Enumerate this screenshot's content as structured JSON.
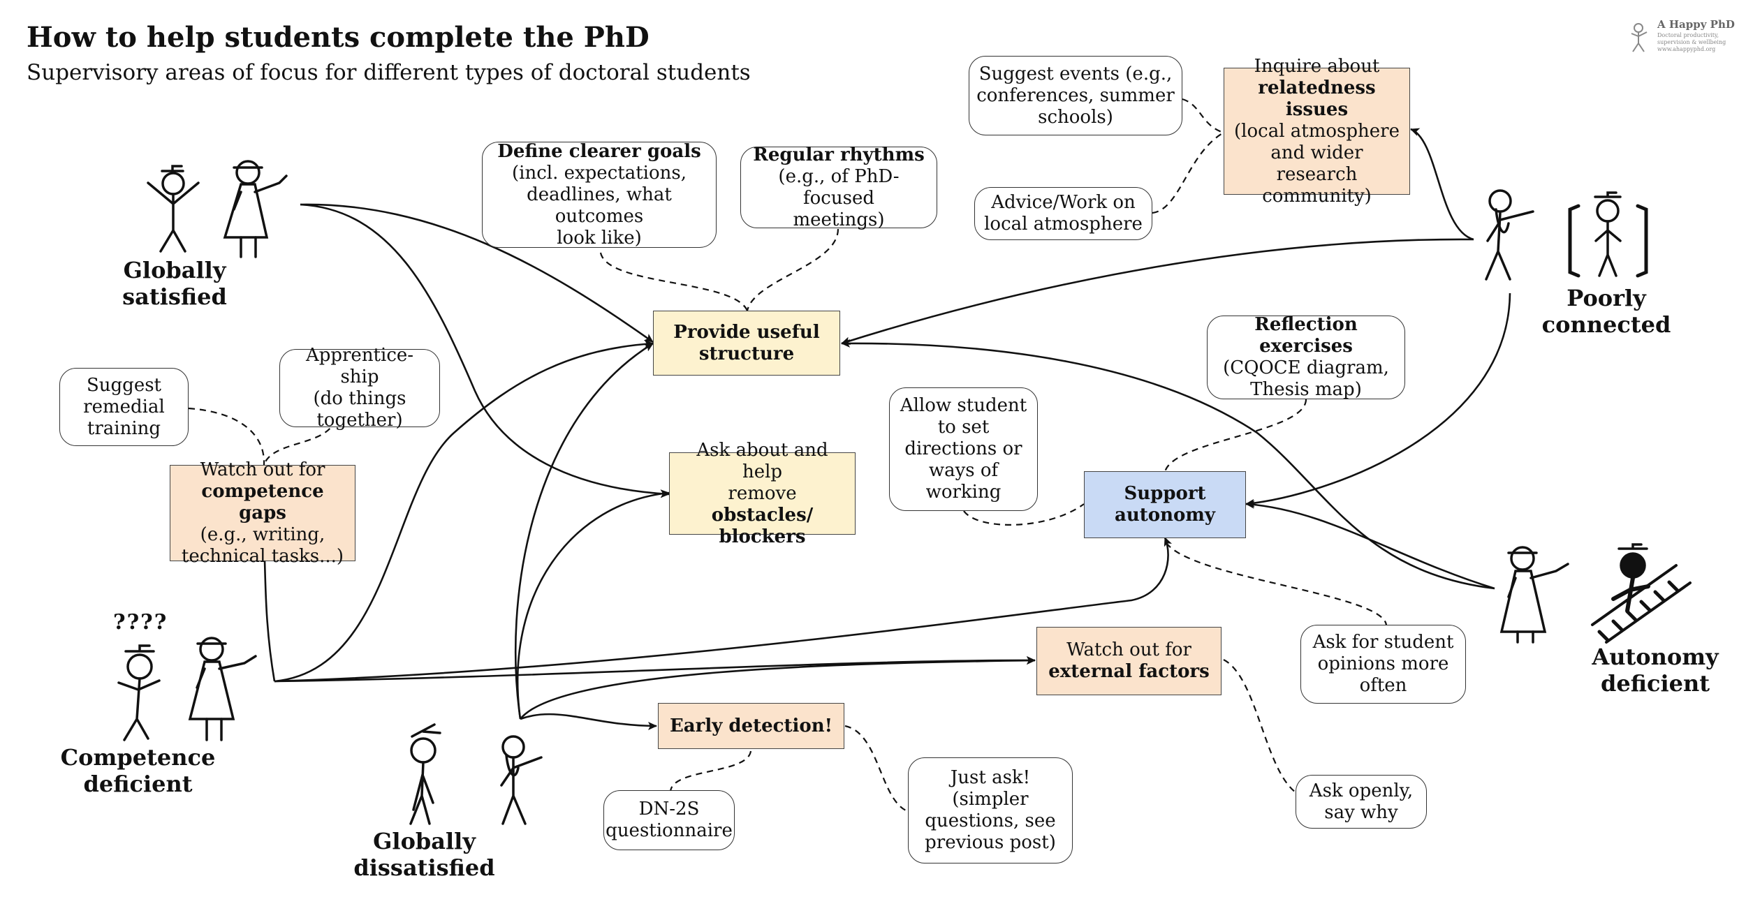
{
  "header": {
    "title": "How to help students complete the PhD",
    "subtitle": "Supervisory areas of focus for different types of doctoral students"
  },
  "logo": {
    "title": "A Happy PhD",
    "tagline": "Doctoral productivity, supervision & wellbeing",
    "url": "www.ahappyphd.org"
  },
  "student_types": {
    "globally_satisfied": [
      "Globally",
      "satisfied"
    ],
    "competence_deficient": [
      "Competence",
      "deficient"
    ],
    "globally_dissatisfied": [
      "Globally",
      "dissatisfied"
    ],
    "poorly_connected": [
      "Poorly",
      "connected"
    ],
    "autonomy_deficient": [
      "Autonomy",
      "deficient"
    ]
  },
  "focus_areas": {
    "provide_structure": {
      "line1": "Provide useful",
      "line2": "structure"
    },
    "ask_obstacles": {
      "line1": "Ask about and help",
      "line2": "remove",
      "line3": "obstacles/ blockers"
    },
    "support_autonomy": {
      "line1": "Support",
      "line2": "autonomy"
    },
    "competence_gaps": {
      "line1": "Watch out for",
      "line2": "competence gaps",
      "line3": "(e.g., writing,",
      "line4": "technical tasks...)"
    },
    "external_factors": {
      "line1": "Watch out for",
      "line2": "external factors"
    },
    "early_detection": {
      "line1": "Early detection!"
    },
    "relatedness": {
      "line1": "Inquire about",
      "line2": "relatedness issues",
      "line3": "(local atmosphere",
      "line4": "and wider research",
      "line5": "community)"
    }
  },
  "tips": {
    "define_goals": {
      "line1": "Define clearer goals",
      "line2": "(incl. expectations,",
      "line3": "deadlines, what outcomes",
      "line4": "look like)"
    },
    "regular_rhythms": {
      "line1": "Regular rhythms",
      "line2": "(e.g., of PhD-focused",
      "line3": "meetings)"
    },
    "suggest_events": {
      "line1": "Suggest events (e.g.,",
      "line2": "conferences, summer",
      "line3": "schools)"
    },
    "advice_work": {
      "line1": "Advice/Work on",
      "line2": "local atmosphere"
    },
    "suggest_remedial": {
      "line1": "Suggest",
      "line2": "remedial",
      "line3": "training"
    },
    "apprenticeship": {
      "line1": "Apprentice-ship",
      "line2": "(do things",
      "line3": "together)"
    },
    "reflection": {
      "line1": "Reflection exercises",
      "line2": "(CQOCE diagram,",
      "line3": "Thesis map)"
    },
    "allow_student": {
      "line1": "Allow student",
      "line2": "to set",
      "line3": "directions or",
      "line4": "ways of",
      "line5": "working"
    },
    "ask_opinions": {
      "line1": "Ask for student",
      "line2": "opinions more",
      "line3": "often"
    },
    "ask_openly": {
      "line1": "Ask openly,",
      "line2": "say why"
    },
    "dn2s": {
      "line1": "DN-2S",
      "line2": "questionnaire"
    },
    "just_ask": {
      "line1": "Just ask!",
      "line2": "(simpler",
      "line3": "questions, see",
      "line4": "previous post)"
    }
  },
  "figures": {
    "confusion_marks": "????"
  }
}
